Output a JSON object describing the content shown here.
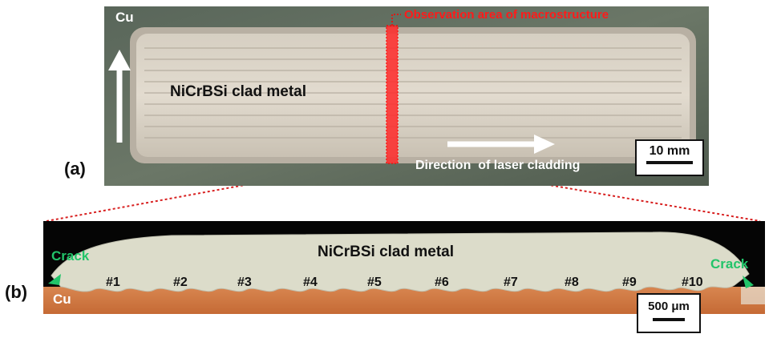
{
  "panel_a": {
    "label": "(a)",
    "material_label": "Cu",
    "clad_label": "NiCrBSi clad metal",
    "observation_label": "Observation area of macrostructure",
    "direction_label": "Direction  of laser cladding",
    "scale_bar_label": "10 mm",
    "colors": {
      "substrate": "#5d6a5a",
      "clad": "#d9d2c5",
      "highlight": "#ff1a1a",
      "arrow": "#ffffff"
    }
  },
  "panel_b": {
    "label": "(b)",
    "material_label": "Cu",
    "clad_label": "NiCrBSi clad metal",
    "crack_label_left": "Crack",
    "crack_label_right": "Crack",
    "bead_labels": [
      "#1",
      "#2",
      "#3",
      "#4",
      "#5",
      "#6",
      "#7",
      "#8",
      "#9",
      "#10"
    ],
    "scale_bar_label": "500 μm",
    "colors": {
      "background": "#050505",
      "clad": "#dcdcca",
      "substrate": "#d07a44",
      "crack": "#22c46a"
    }
  },
  "connector": {
    "color": "#d82020"
  }
}
